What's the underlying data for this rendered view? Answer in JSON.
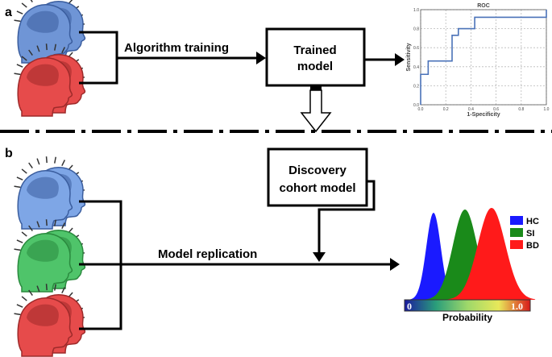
{
  "panel_a": {
    "letter": "a",
    "arrow_label": "Algorithm training",
    "box_line1": "Trained",
    "box_line2": "model",
    "heads": [
      {
        "fill": "#6f95d6",
        "edge": "#3a5d9e"
      },
      {
        "fill": "#e64b4b",
        "edge": "#9e2a2a"
      }
    ],
    "roc": {
      "title": "ROC",
      "xlabel": "1-Specificity",
      "ylabel": "Sensitivity",
      "xticks": [
        "0.0",
        "0.2",
        "0.4",
        "0.6",
        "0.8",
        "1.0"
      ],
      "yticks": [
        "0.0",
        "0.2",
        "0.4",
        "0.6",
        "0.8",
        "1.0"
      ],
      "curve_color": "#4a72b8",
      "grid_color": "#b9b9b9",
      "points": [
        [
          0.0,
          0.0
        ],
        [
          0.0,
          0.32
        ],
        [
          0.06,
          0.32
        ],
        [
          0.06,
          0.46
        ],
        [
          0.25,
          0.46
        ],
        [
          0.25,
          0.73
        ],
        [
          0.3,
          0.73
        ],
        [
          0.3,
          0.8
        ],
        [
          0.43,
          0.8
        ],
        [
          0.43,
          0.92
        ],
        [
          1.0,
          0.92
        ],
        [
          1.0,
          1.0
        ]
      ]
    }
  },
  "panel_b": {
    "letter": "b",
    "box_line1": "Discovery",
    "box_line2": "cohort model",
    "arrow_label": "Model replication",
    "heads": [
      {
        "fill": "#7ea6e6",
        "edge": "#3a5d9e"
      },
      {
        "fill": "#4fc46a",
        "edge": "#2a8a3e"
      },
      {
        "fill": "#e64b4b",
        "edge": "#9e2a2a"
      }
    ],
    "distribution": {
      "xlabel": "Probability",
      "axis_min_label": "0",
      "axis_max_label": "1.0",
      "legend": [
        {
          "name": "HC",
          "color": "#1a1aff"
        },
        {
          "name": "SI",
          "color": "#1a8a1a"
        },
        {
          "name": "BD",
          "color": "#ff1a1a"
        }
      ]
    }
  }
}
